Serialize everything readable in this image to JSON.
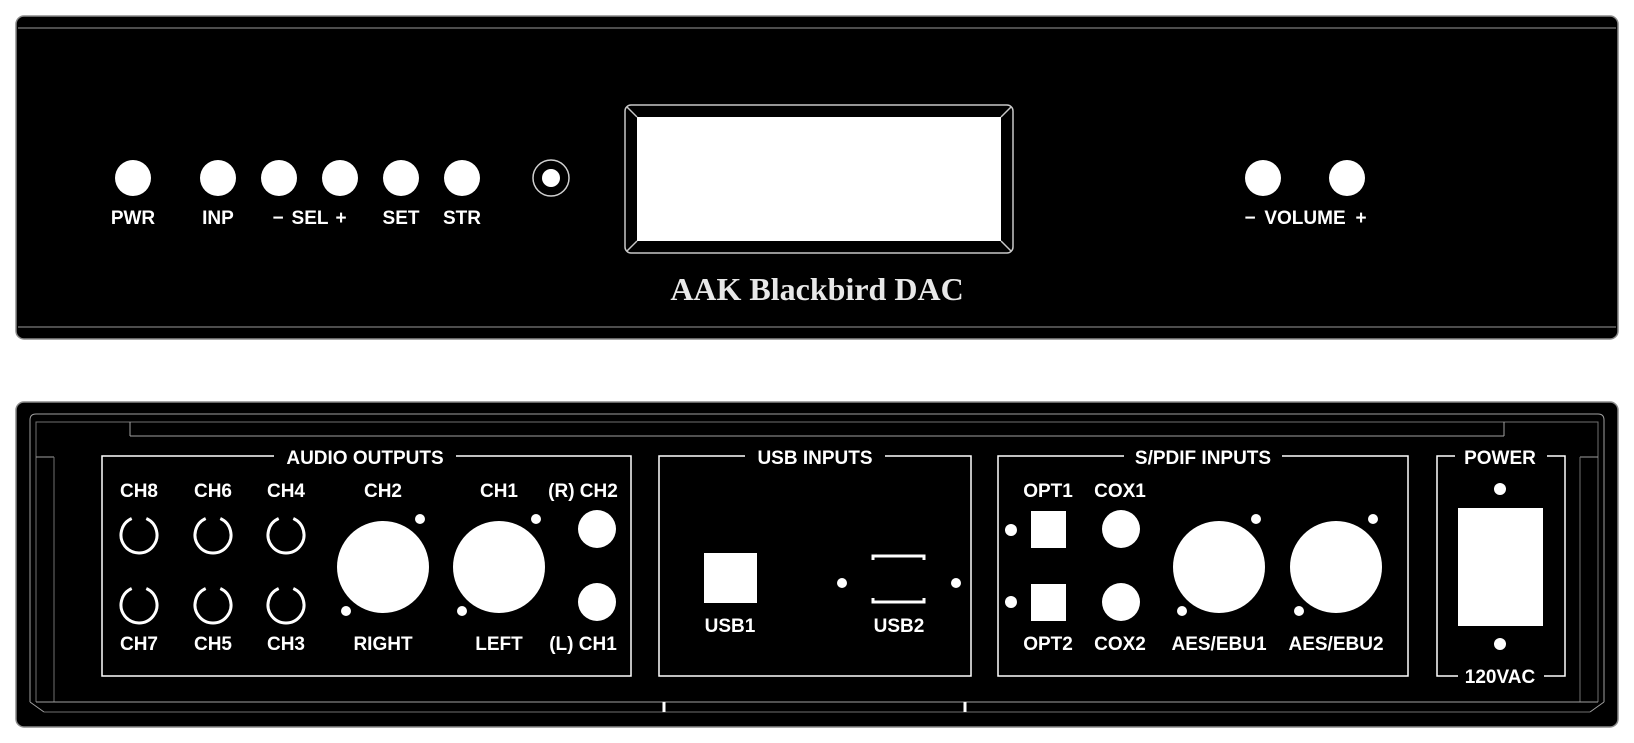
{
  "device": {
    "name": "AAK Blackbird DAC"
  },
  "front_panel": {
    "buttons": {
      "pwr": "PWR",
      "inp": "INP",
      "sel_minus": "−",
      "sel": "SEL",
      "sel_plus": "+",
      "set": "SET",
      "str": "STR",
      "volume_minus": "−",
      "volume": "VOLUME",
      "volume_plus": "+"
    }
  },
  "rear_panel": {
    "audio_outputs": {
      "title": "AUDIO OUTPUTS",
      "rca_top": [
        "CH8",
        "CH6",
        "CH4"
      ],
      "rca_bottom": [
        "CH7",
        "CH5",
        "CH3"
      ],
      "xlr_right_top": "CH2",
      "xlr_right_bottom": "RIGHT",
      "xlr_left_top": "CH1",
      "xlr_left_bottom": "LEFT",
      "small_top": "(R) CH2",
      "small_bottom": "(L) CH1"
    },
    "usb_inputs": {
      "title": "USB INPUTS",
      "port1": "USB1",
      "port2": "USB2"
    },
    "spdif_inputs": {
      "title": "S/PDIF INPUTS",
      "opt1": "OPT1",
      "opt2": "OPT2",
      "cox1": "COX1",
      "cox2": "COX2",
      "aes1": "AES/EBU1",
      "aes2": "AES/EBU2"
    },
    "power": {
      "title": "POWER",
      "voltage": "120VAC"
    }
  },
  "colors": {
    "panel": "#000000",
    "line": "#ffffff",
    "background": "#ffffff"
  }
}
